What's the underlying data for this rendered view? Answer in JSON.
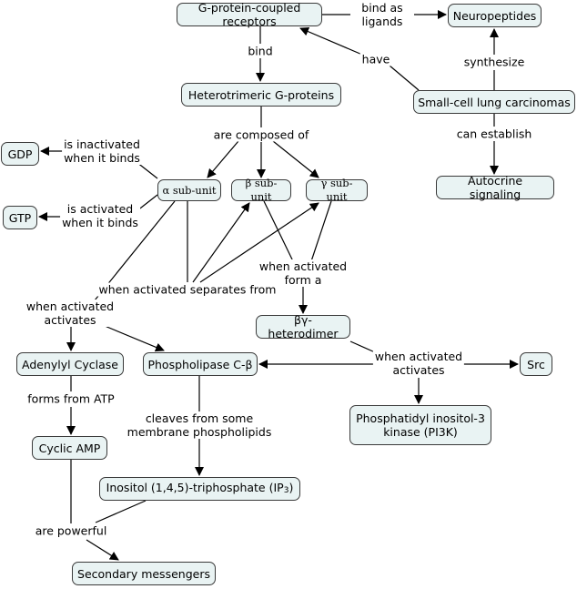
{
  "nodes": {
    "gpcr": "G-protein-coupled receptors",
    "neuropeptides": "Neuropeptides",
    "heterotrimeric": "Heterotrimeric G-proteins",
    "sclc": "Small-cell lung carcinomas",
    "gdp": "GDP",
    "gtp": "GTP",
    "alpha": "α sub-unit",
    "beta": "β sub-unit",
    "gamma": "γ sub-unit",
    "autocrine": "Autocrine signaling",
    "bg_dimer": "βγ-heterodimer",
    "adenylyl": "Adenylyl Cyclase",
    "plc": "Phospholipase C-β",
    "src": "Src",
    "pi3k": "Phosphatidyl inositol-3\nkinase (PI3K)",
    "camp": "Cyclic AMP",
    "ip3_main": "Inositol (1,4,5)-triphosphate (IP",
    "ip3_sub": "3",
    "ip3_end": ")",
    "secondary": "Secondary messengers"
  },
  "labels": {
    "bind_as_ligands": "bind as\nligands",
    "bind": "bind",
    "have": "have",
    "synthesize": "synthesize",
    "are_composed_of": "are composed of",
    "can_establish": "can establish",
    "inactivated": "is inactivated\nwhen it binds",
    "activated": "is activated\nwhen it binds",
    "separates": "when activated separates from",
    "form_a": "when activated\nform a",
    "alpha_activates": "when activated\nactivates",
    "bg_activates": "when activated\nactivates",
    "forms_from_atp": "forms from ATP",
    "cleaves": "cleaves from some\nmembrane phospholipids",
    "are_powerful": "are powerful"
  },
  "colors": {
    "node_fill": "#e9f3f3",
    "node_border": "#3a3a3a",
    "edge": "#000000"
  }
}
